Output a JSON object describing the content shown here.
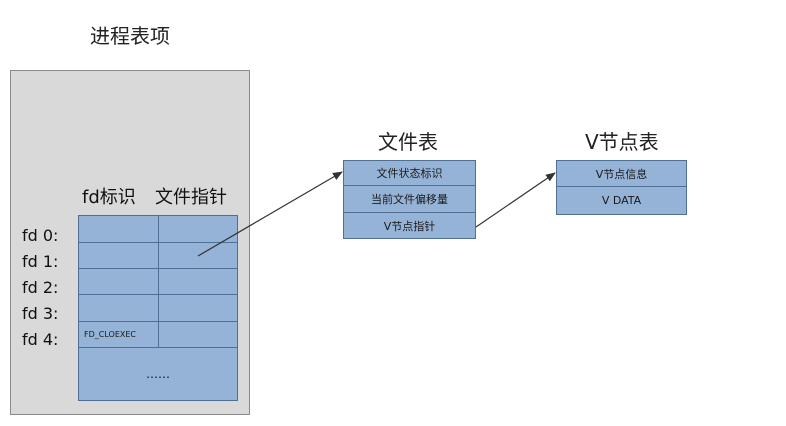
{
  "process_table": {
    "title": "进程表项",
    "fd_flag_header": "fd标识",
    "file_pointer_header": "文件指针",
    "fd_labels": [
      "fd 0:",
      "fd 1:",
      "fd 2:",
      "fd 3:",
      "fd 4:"
    ],
    "fd4_flag": "FD_CLOEXEC",
    "ellipsis": "……"
  },
  "file_table": {
    "title": "文件表",
    "entries": [
      "文件状态标识",
      "当前文件偏移量",
      "V节点指针"
    ]
  },
  "vnode_table": {
    "title": "V节点表",
    "entries": [
      "V节点信息",
      "V DATA"
    ]
  },
  "colors": {
    "panel": "#d9d9d9",
    "cell": "#95b3d7",
    "cell_border": "#4f6f94",
    "arrow": "#333333"
  }
}
